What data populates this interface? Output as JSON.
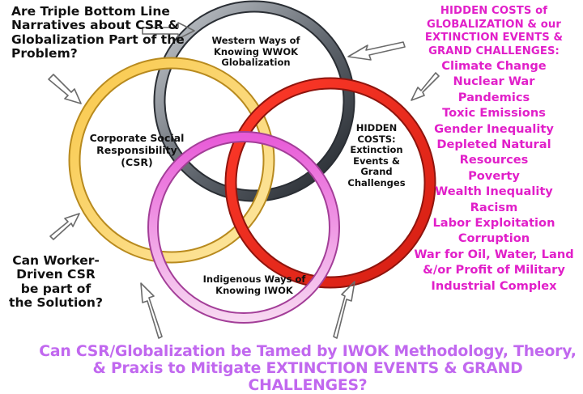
{
  "question_top": "Are Triple Bottom Line Narratives about CSR & Globalization Part of the Problem?",
  "question_bottom": "Can Worker-Driven CSR be part of the Solution?",
  "circles": {
    "western": "Western Ways of Knowing WWOK Globalization",
    "csr": "Corporate Social Responsibility (CSR)",
    "hidden": "HIDDEN COSTS: Extinction Events & Grand Challenges",
    "indigenous": "Indigenous Ways of Knowing IWOK"
  },
  "hidden_costs": {
    "heading": [
      "HIDDEN COSTS of",
      "GLOBALIZATION & our",
      "EXTINCTION EVENTS &",
      "GRAND CHALLENGES:"
    ],
    "items": [
      "Climate Change",
      "Nuclear War",
      "Pandemics",
      "Toxic Emissions",
      "Gender Inequality",
      "Depleted Natural",
      "Resources",
      "Poverty",
      "Wealth Inequality",
      "Racism",
      "Labor Exploitation",
      "Corruption",
      "War for Oil, Water, Land",
      "&/or Profit of Military",
      "Industrial Complex"
    ]
  },
  "final_question": "Can CSR/Globalization be Tamed by IWOK Methodology, Theory, & Praxis to Mitigate EXTINCTION EVENTS & GRAND CHALLENGES?",
  "colors": {
    "western_ring": "#3a3f46",
    "csr_ring": "#f5b82e",
    "hidden_ring": "#e8271c",
    "indigenous_ring": "#ee6fe0",
    "pink_text": "#e11fc9",
    "lavender_text": "#c168ef"
  }
}
